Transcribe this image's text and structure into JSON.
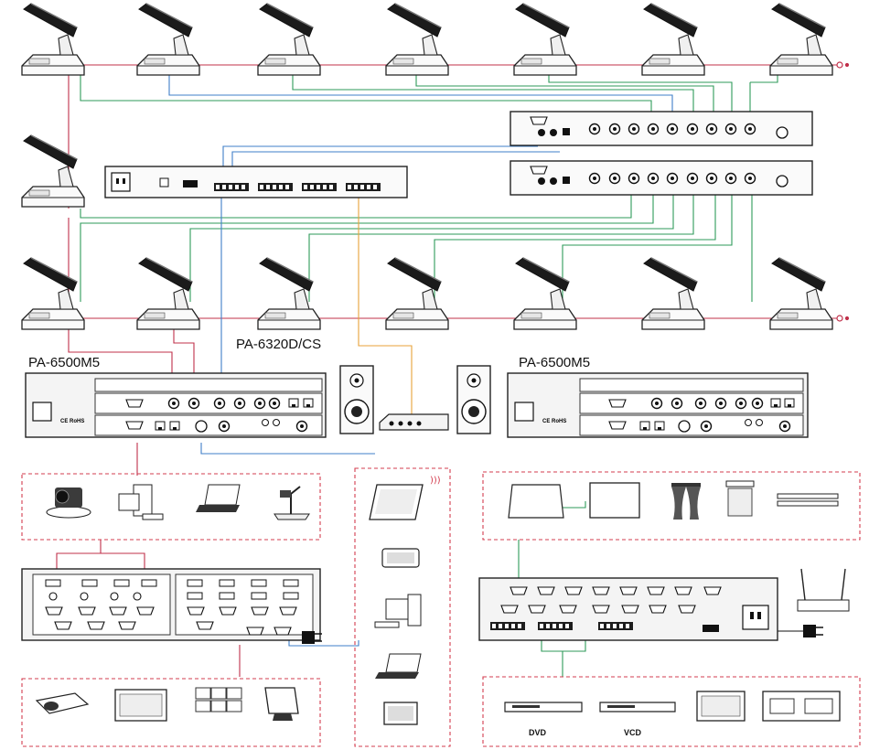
{
  "labels": {
    "mixer_left": "PA-6500M5",
    "mixer_right": "PA-6500M5",
    "center_unit": "PA-6320D/CS",
    "dvd": "DVD",
    "vcd": "VCD"
  },
  "colors": {
    "red_line": "#c0304a",
    "green_line": "#2e9a5a",
    "blue_line": "#3f7fc8",
    "orange_line": "#e8a23a",
    "dash_box": "#d33d4f",
    "device_dark": "#222222",
    "device_light": "#f2f2f2"
  },
  "icons": [
    "microphone-icon",
    "speaker-icon",
    "ptz-camera-icon",
    "pc-icon",
    "laptop-icon",
    "document-camera-icon",
    "tablet-icon",
    "phone-icon",
    "projector-icon",
    "monitor-icon",
    "video-wall-icon",
    "screen-icon",
    "curtain-icon",
    "blind-icon",
    "light-bar-icon",
    "router-icon",
    "power-plug-icon",
    "dvd-player-icon",
    "tape-deck-icon"
  ]
}
